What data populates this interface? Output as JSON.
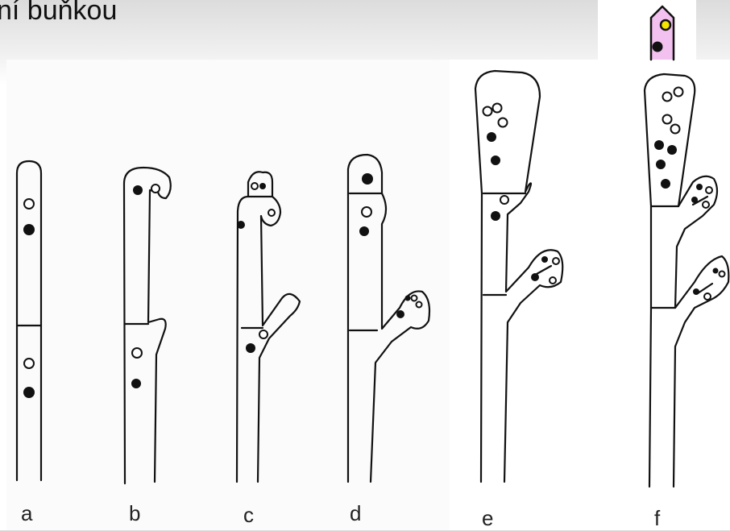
{
  "slide": {
    "title": "ní buňkou"
  },
  "diagram": {
    "labels": [
      "a",
      "b",
      "c",
      "d",
      "e",
      "f"
    ]
  },
  "icon": {
    "name": "cell-icon",
    "fill": "#f3c1f0",
    "nucleus_yellow": "#f5e400",
    "nucleus_black": "#111111"
  }
}
